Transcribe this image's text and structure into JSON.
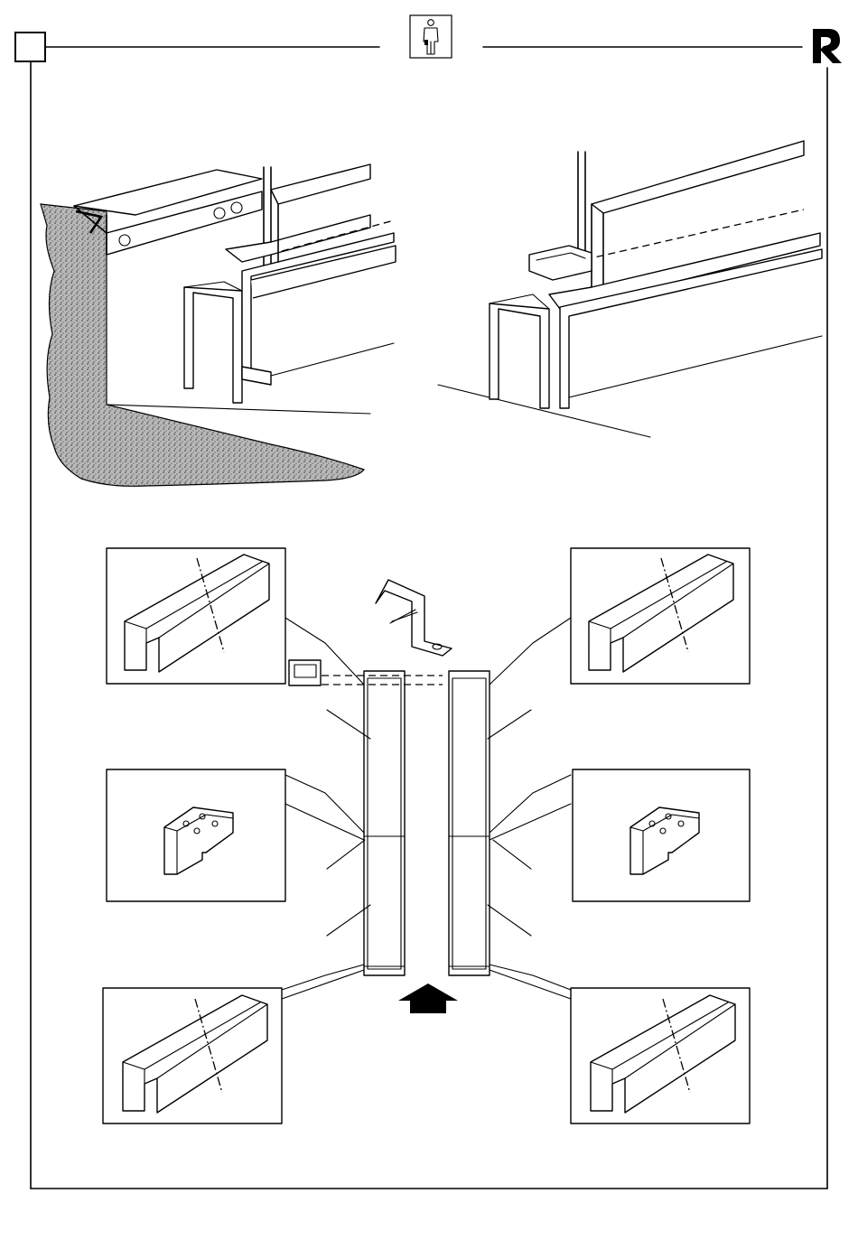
{
  "header": {
    "step_box": "",
    "person_icon": "person-icon",
    "brand_logo": "brand-r-logo"
  },
  "colors": {
    "line": "#000000",
    "background": "#ffffff",
    "wall_texture": "#9a9a9a"
  },
  "illustrations": {
    "top_left": "wall-rail-assembly",
    "top_right": "rail-end-assembly",
    "bottom": "rail-layout-plan"
  }
}
